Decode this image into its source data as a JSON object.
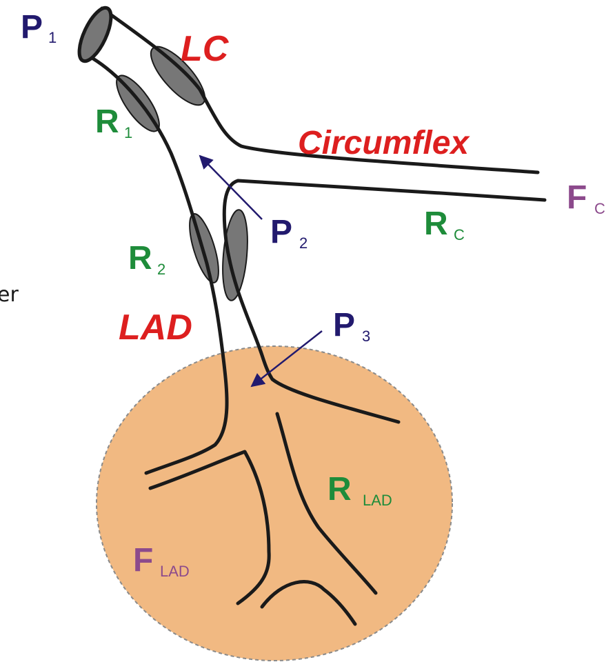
{
  "colors": {
    "pressure": "#221a6e",
    "resistance": "#1e8c3a",
    "flow": "#8c4a8c",
    "vessel_name": "#dd1f1f",
    "territory_fill": "#f1b982",
    "plaque": "#777777",
    "vessel_wall": "#1a1a1a"
  },
  "partial_text": "er",
  "labels": {
    "p1": {
      "main": "P",
      "sub": "1"
    },
    "r1": {
      "main": "R",
      "sub": "1"
    },
    "p2": {
      "main": "P",
      "sub": "2"
    },
    "r2": {
      "main": "R",
      "sub": "2"
    },
    "p3": {
      "main": "P",
      "sub": "3"
    },
    "rc": {
      "main": "R",
      "sub": "C"
    },
    "fc": {
      "main": "F",
      "sub": "C"
    },
    "rlad": {
      "main": "R",
      "sub": "LAD"
    },
    "flad": {
      "main": "F",
      "sub": "LAD"
    },
    "lc": "LC",
    "circumflex": "Circumflex",
    "lad": "LAD"
  }
}
